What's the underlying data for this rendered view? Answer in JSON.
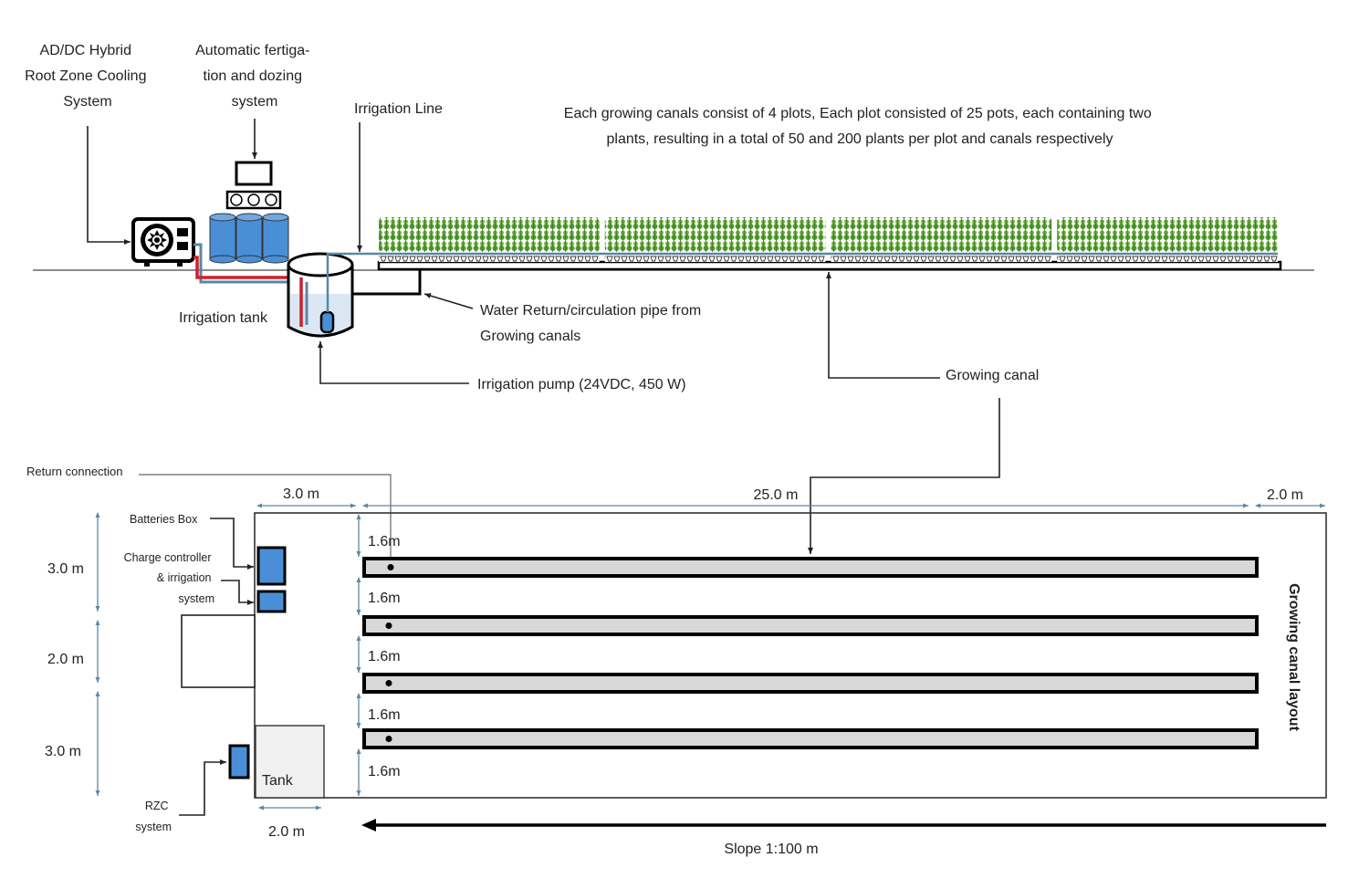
{
  "colors": {
    "cold_pipe": "#5a86a6",
    "hot_pipe": "#d0202a",
    "equipment_blue": "#4a8fd6",
    "canal_fill": "#d8d8d8",
    "plant_green": "#5aa032",
    "tank_fill": "#f0f0f0",
    "water": "#dbe8f3",
    "dimension": "#5b88a8"
  },
  "side_view": {
    "labels": {
      "cooling_system": [
        "AD/DC Hybrid",
        "Root Zone Cooling",
        "System"
      ],
      "fertigation": [
        "Automatic fertiga-",
        "tion and dozing",
        "system"
      ],
      "irrigation_line": "Irrigation Line",
      "description": [
        "Each growing canals consist of 4 plots, Each plot consisted of 25 pots, each containing two",
        "plants, resulting in a total of 50 and 200 plants per plot and canals respectively"
      ],
      "irrigation_tank": "Irrigation tank",
      "water_return": [
        "Water Return/circulation pipe from",
        "Growing canals"
      ],
      "irrigation_pump": "Irrigation pump (24VDC, 450 W)",
      "growing_canal": "Growing canal"
    },
    "plots": 4,
    "pots_per_plot": 25,
    "plants_per_pot": 2
  },
  "layout_view": {
    "labels": {
      "return_connection": "Return connection",
      "batteries_box": "Batteries Box",
      "charge_controller": [
        "Charge controller",
        "& irrigation",
        "system"
      ],
      "rzc_system": [
        "RZC",
        "system"
      ],
      "tank": "Tank",
      "title": "Growing canal layout",
      "slope": "Slope 1:100 m"
    },
    "dimensions": {
      "width_equipment": "3.0 m",
      "width_canal": "25.0 m",
      "width_end": "2.0 m",
      "tank_width": "2.0 m",
      "left_heights": [
        "3.0 m",
        "2.0 m",
        "3.0 m"
      ],
      "canal_spacings": [
        "1.6m",
        "1.6m",
        "1.6m",
        "1.6m",
        "1.6m"
      ]
    },
    "canal_count": 4
  }
}
